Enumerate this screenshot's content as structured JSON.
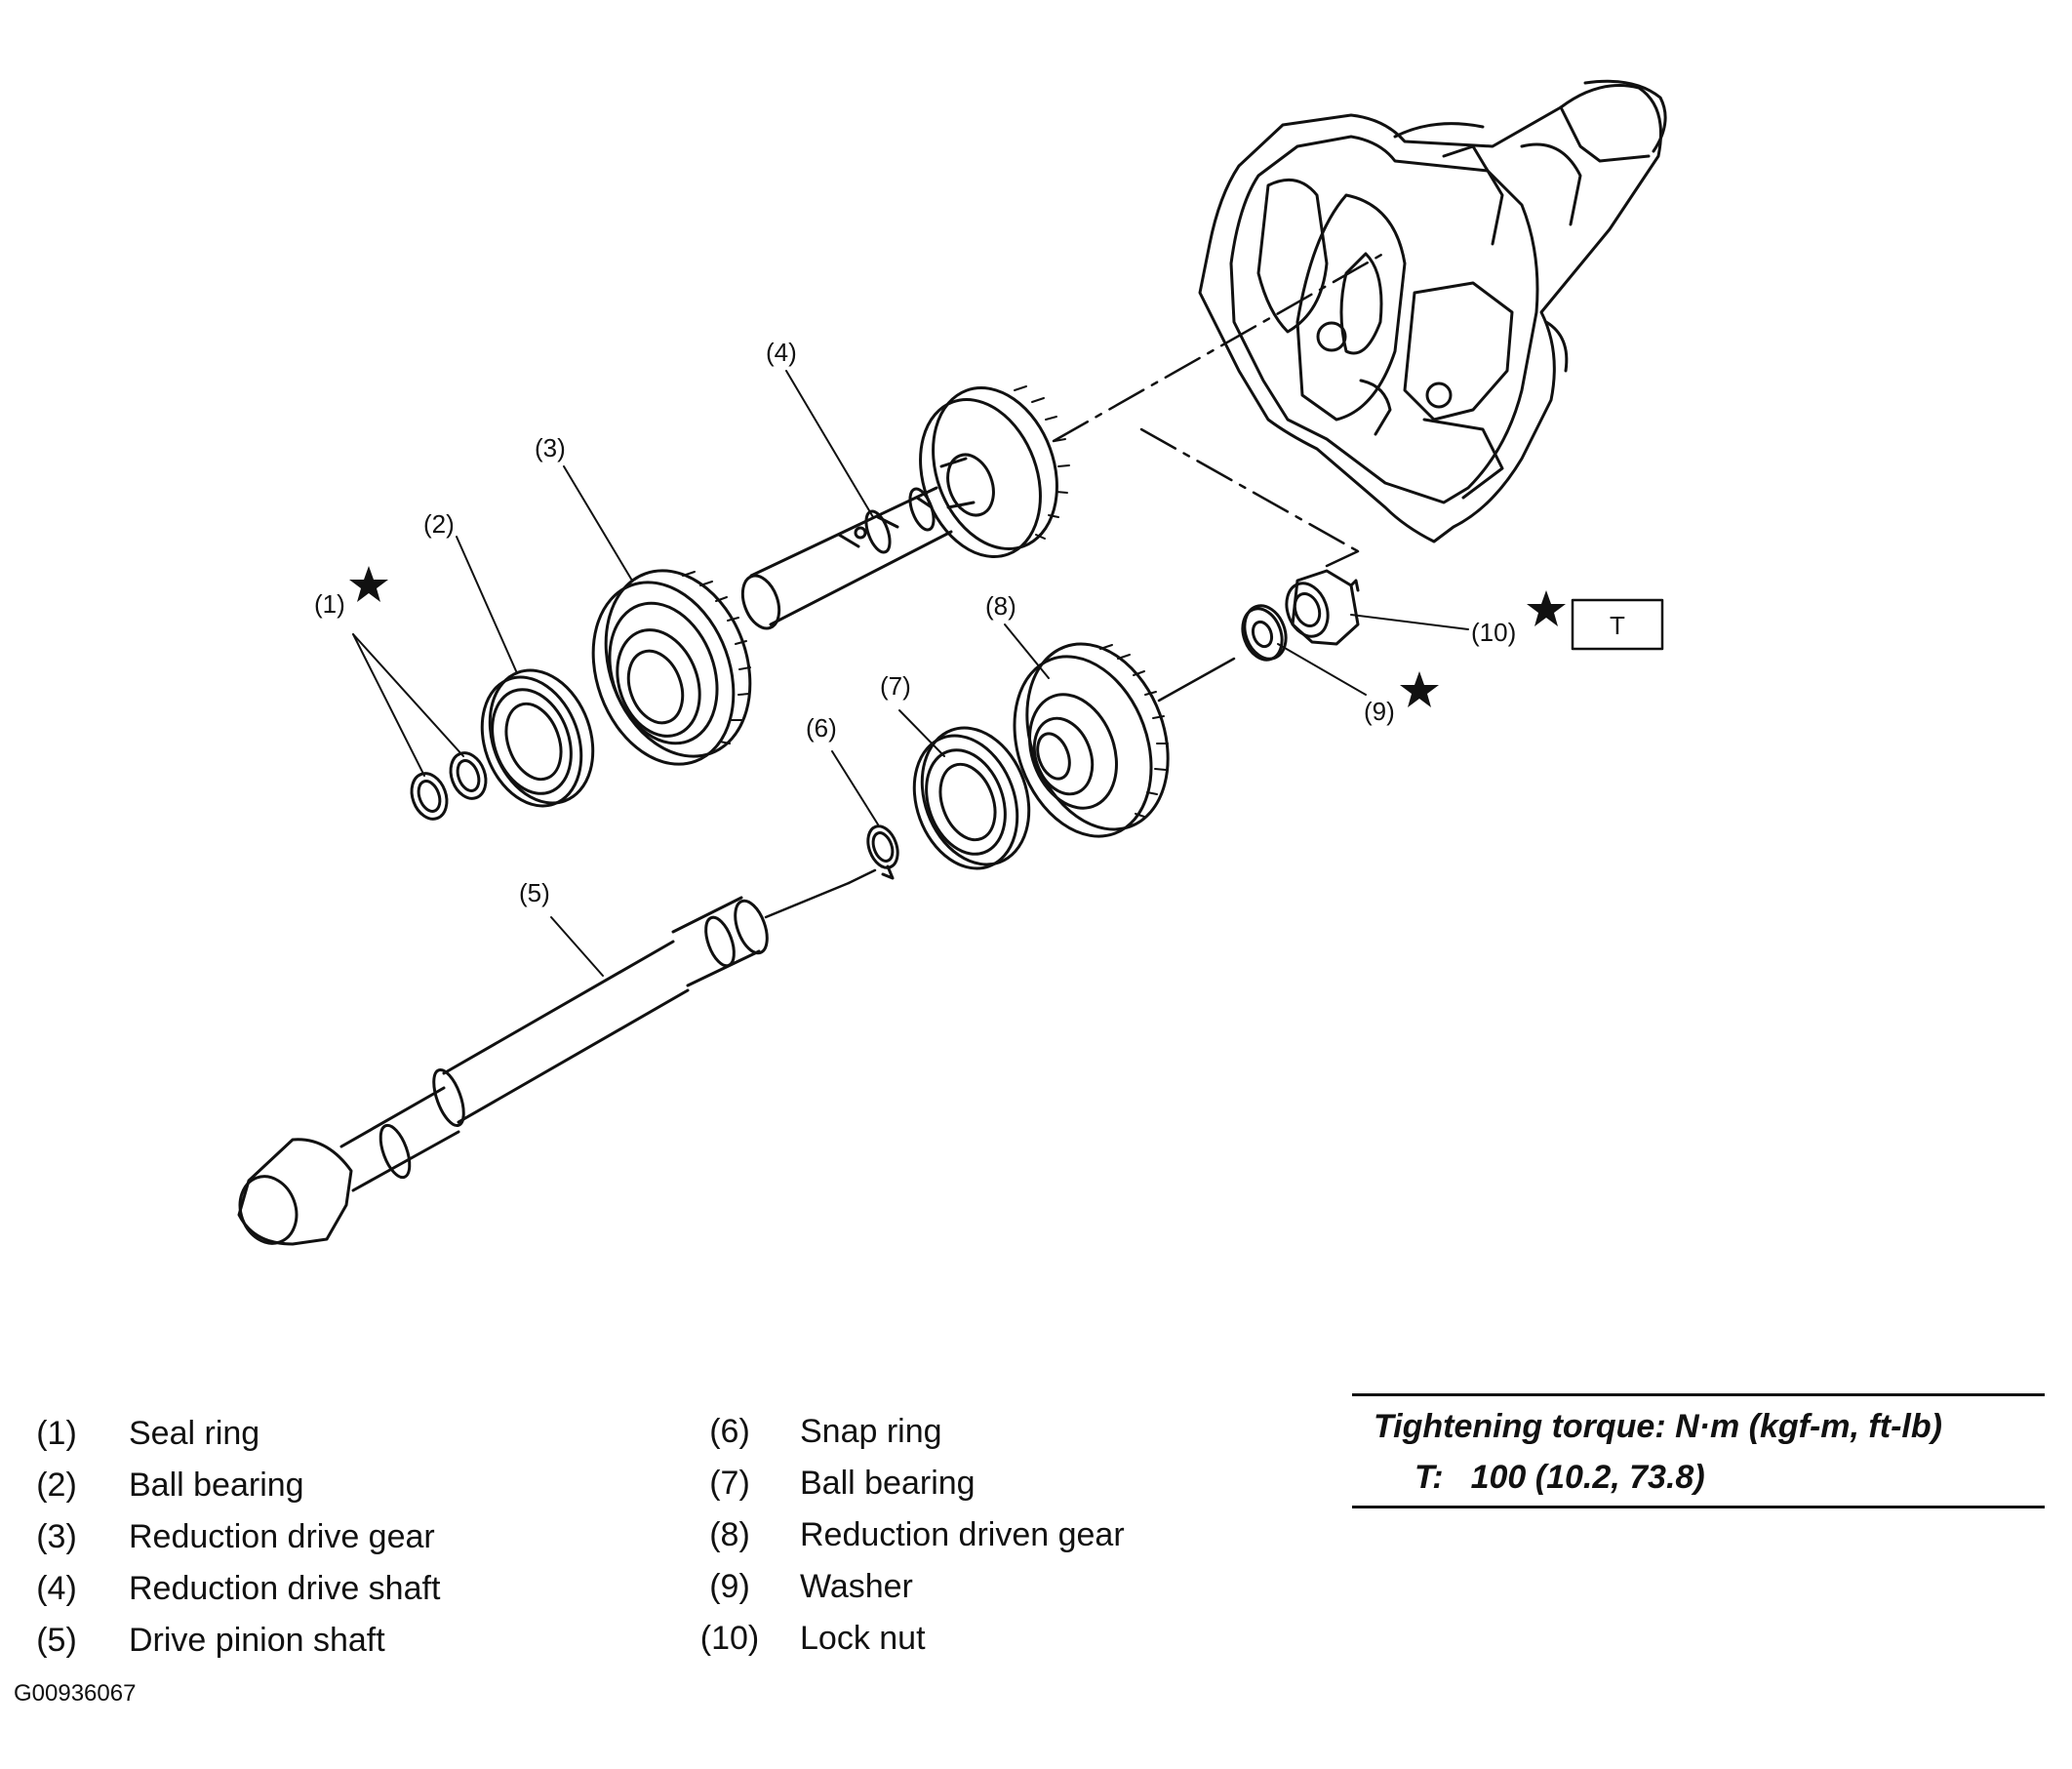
{
  "callouts": {
    "p1": "(1)",
    "p2": "(2)",
    "p3": "(3)",
    "p4": "(4)",
    "p5": "(5)",
    "p6": "(6)",
    "p7": "(7)",
    "p8": "(8)",
    "p9": "(9)",
    "p10": "(10)",
    "torque_mark": "T"
  },
  "legend_left": [
    {
      "num": "(1)",
      "name": "Seal ring"
    },
    {
      "num": "(2)",
      "name": "Ball bearing"
    },
    {
      "num": "(3)",
      "name": "Reduction drive gear"
    },
    {
      "num": "(4)",
      "name": "Reduction drive shaft"
    },
    {
      "num": "(5)",
      "name": "Drive pinion shaft"
    }
  ],
  "legend_right": [
    {
      "num": "(6)",
      "name": "Snap ring"
    },
    {
      "num": "(7)",
      "name": "Ball bearing"
    },
    {
      "num": "(8)",
      "name": "Reduction driven gear"
    },
    {
      "num": "(9)",
      "name": "Washer"
    },
    {
      "num": "(10)",
      "name": "Lock nut"
    }
  ],
  "torque": {
    "title": "Tightening torque: N·m (kgf-m, ft-lb)",
    "key": "T:",
    "value": "100 (10.2, 73.8)"
  },
  "figure_id": "G00936067"
}
